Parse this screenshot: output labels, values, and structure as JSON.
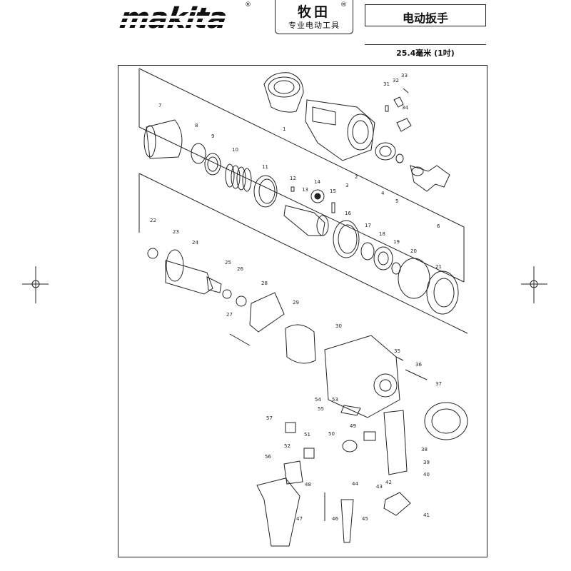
{
  "header": {
    "brand_logo": "makita",
    "brand_cn": "牧田",
    "brand_cn_tagline": "专业电动工具",
    "registered_mark": "®",
    "product_title": "电动扳手",
    "size_label": "25.4毫米 (1吋)"
  },
  "diagram": {
    "part_numbers": [
      "1",
      "2",
      "3",
      "4",
      "5",
      "6",
      "7",
      "8",
      "9",
      "10",
      "11",
      "12",
      "13",
      "14",
      "15",
      "16",
      "17",
      "18",
      "19",
      "20",
      "21",
      "22",
      "23",
      "24",
      "25",
      "26",
      "27",
      "28",
      "29",
      "30",
      "31",
      "32",
      "33",
      "34",
      "35",
      "36",
      "37",
      "38",
      "39",
      "40",
      "41",
      "42",
      "43",
      "44",
      "45",
      "46",
      "47",
      "48",
      "49",
      "50",
      "51",
      "52",
      "53",
      "54",
      "55",
      "56",
      "57"
    ]
  }
}
